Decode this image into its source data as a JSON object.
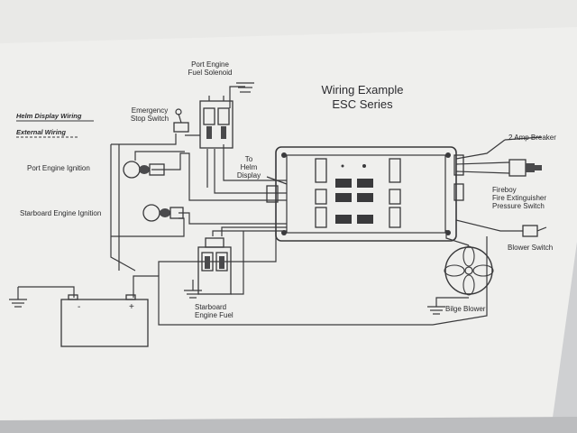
{
  "title": {
    "line1": "Wiring Example",
    "line2": "ESC Series"
  },
  "legend": {
    "helm_display_wiring": "Helm Display Wiring",
    "external_wiring": "External Wiring"
  },
  "components": {
    "port_engine_fuel_solenoid": {
      "line1": "Port Engine",
      "line2": "Fuel Solenoid"
    },
    "emergency_stop_switch": {
      "line1": "Emergency",
      "line2": "Stop Switch"
    },
    "port_engine_ignition": "Port Engine Ignition",
    "starboard_engine_ignition": "Starboard Engine Ignition",
    "to_helm_display": {
      "line1": "To",
      "line2": "Helm",
      "line3": "Display"
    },
    "breaker": "2 Amp Breaker",
    "fireboy": {
      "line1": "Fireboy",
      "line2": "Fire Extinguisher",
      "line3": "Pressure Switch"
    },
    "blower_switch": "Blower Switch",
    "starboard_engine_fuel": {
      "line1": "Starboard",
      "line2": "Engine Fuel"
    },
    "bilge_blower": "Bilge Blower"
  },
  "battery": {
    "negative": "-",
    "positive": "+"
  },
  "colors": {
    "paper": "#efefed",
    "ink": "#2a2a2c",
    "background": "#cfd0d2"
  }
}
